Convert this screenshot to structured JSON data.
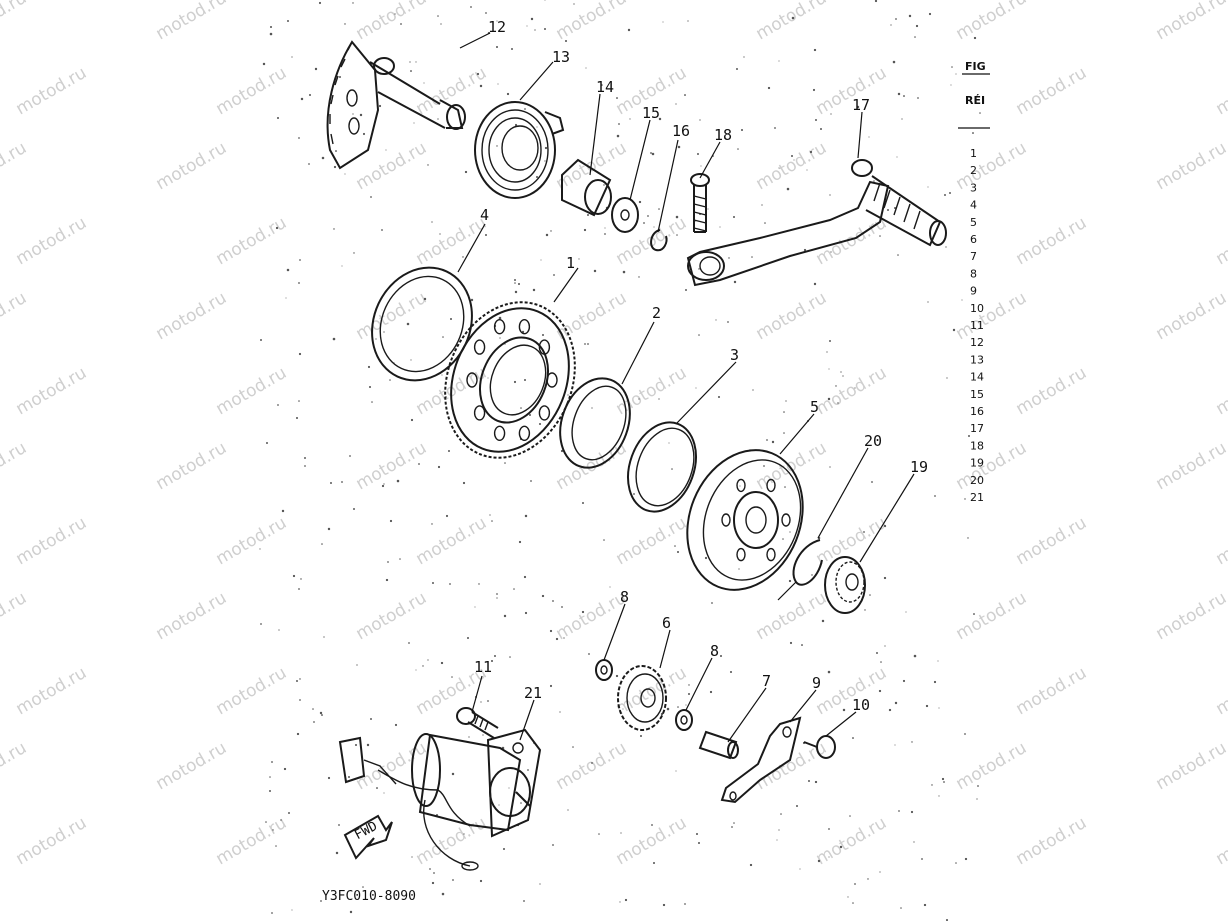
{
  "callouts": [
    "1",
    "2",
    "3",
    "4",
    "5",
    "6",
    "7",
    "8",
    "8",
    "9",
    "10",
    "11",
    "12",
    "13",
    "14",
    "15",
    "16",
    "17",
    "18",
    "19",
    "20",
    "21"
  ],
  "diagram_code": "Y3FC010-8090",
  "fwd_arrow_label": "FWD",
  "side_table": {
    "header_fig": "FIG",
    "header_ref": "RÉI",
    "ref_numbers": [
      "1",
      "2",
      "3",
      "4",
      "5",
      "6",
      "7",
      "8",
      "9",
      "10",
      "11",
      "12",
      "13",
      "14",
      "15",
      "16",
      "17",
      "18",
      "19",
      "20",
      "21"
    ]
  },
  "watermark": "motod.ru"
}
